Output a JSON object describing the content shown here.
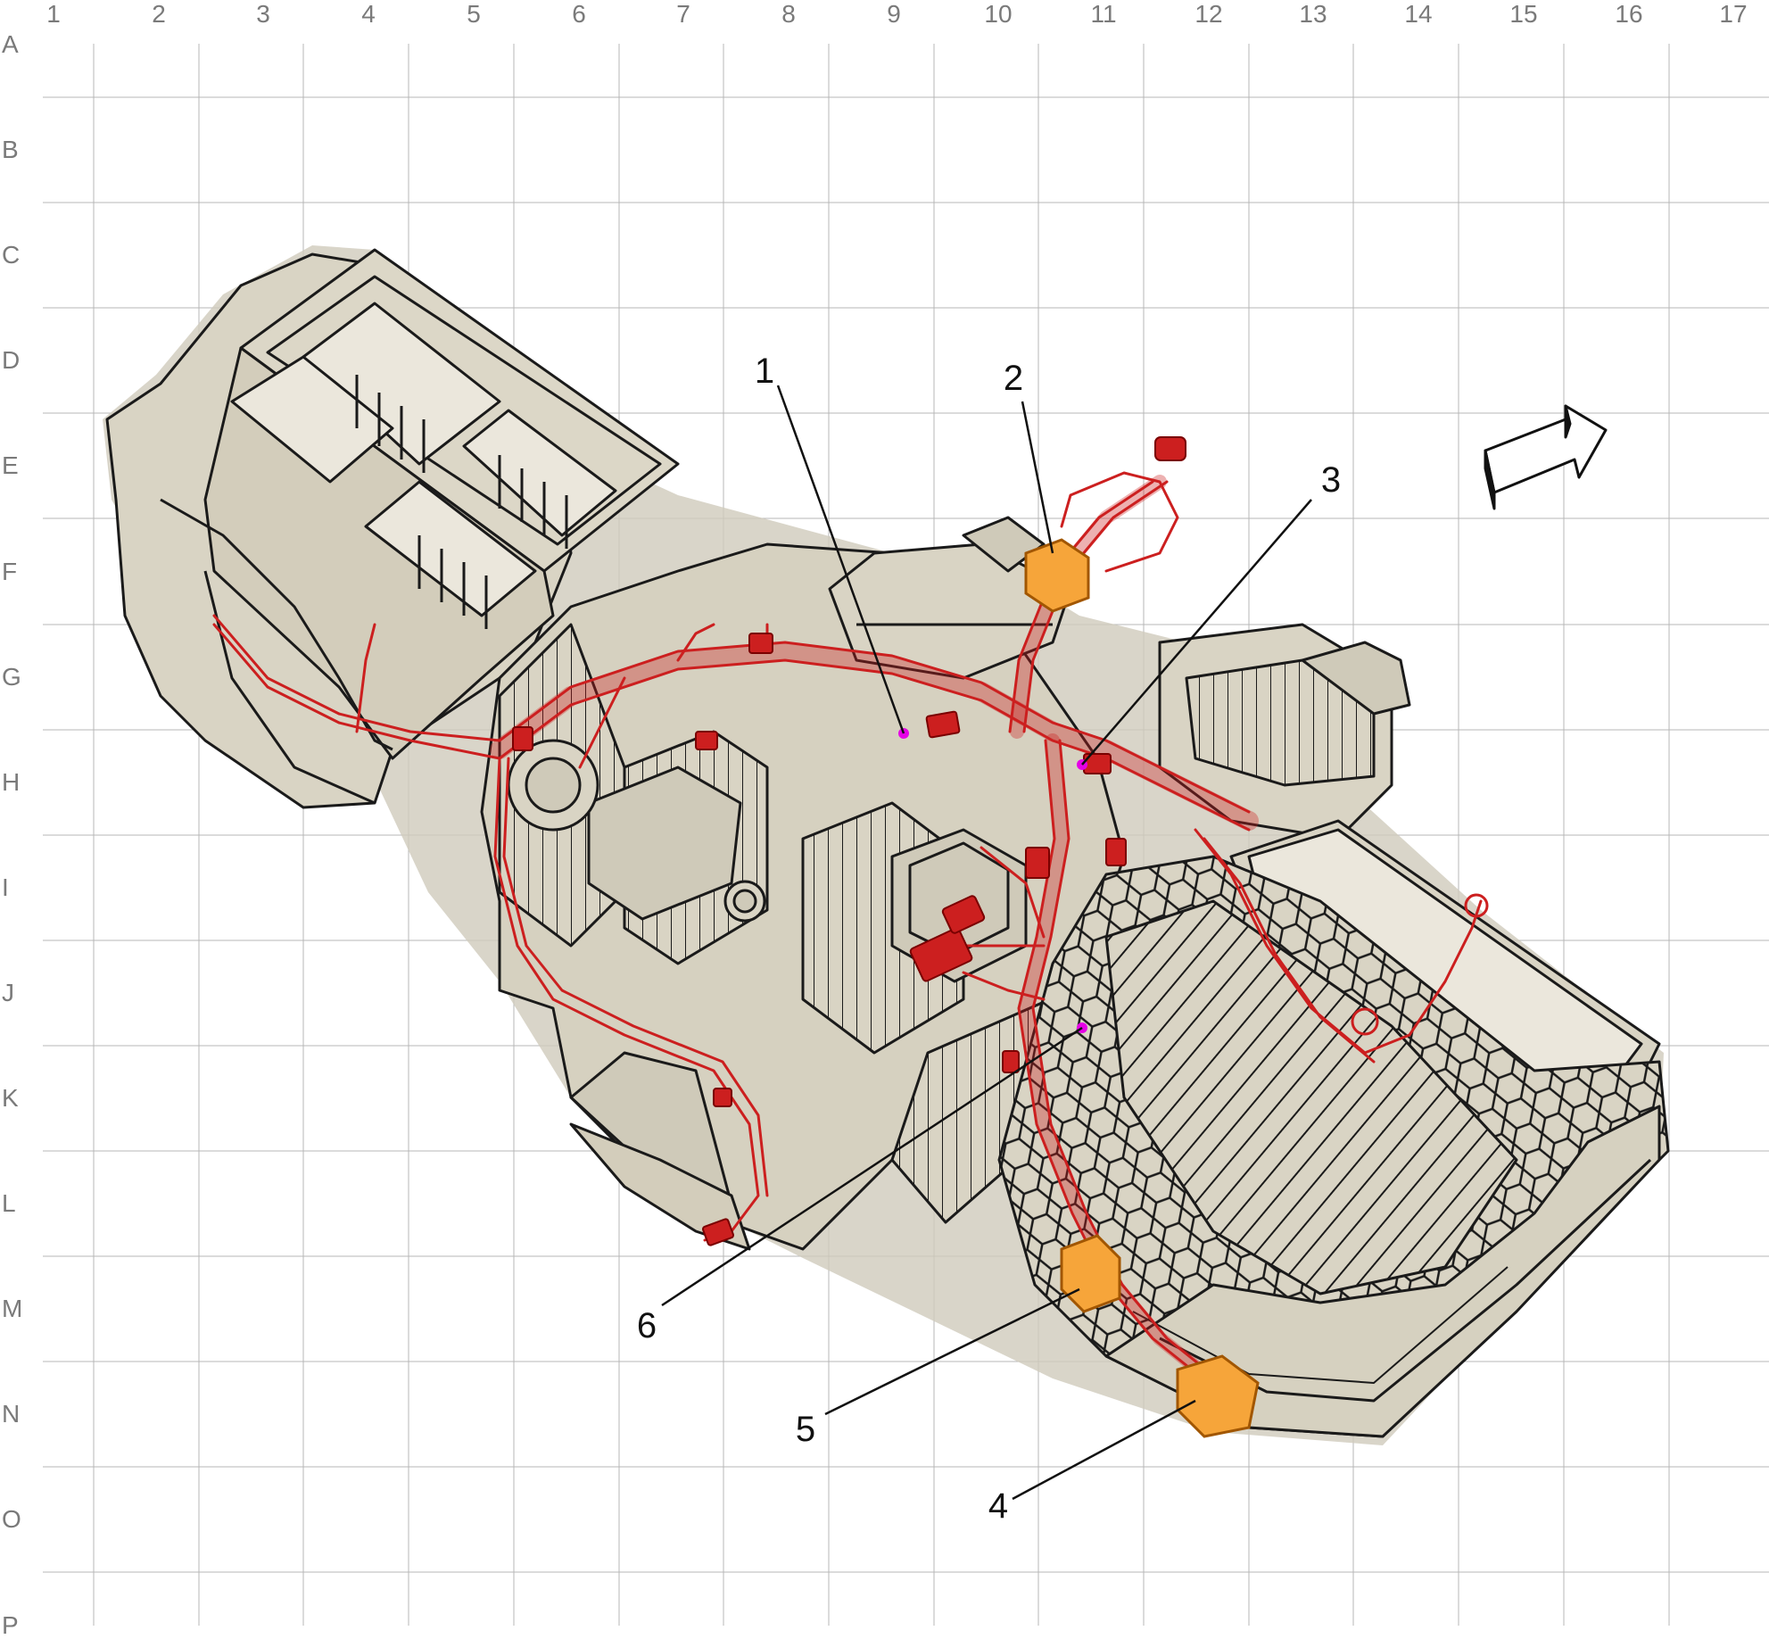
{
  "grid": {
    "columns": [
      "1",
      "2",
      "3",
      "4",
      "5",
      "6",
      "7",
      "8",
      "9",
      "10",
      "11",
      "12",
      "13",
      "14",
      "15",
      "16",
      "17"
    ],
    "rows": [
      "A",
      "B",
      "C",
      "D",
      "E",
      "F",
      "G",
      "H",
      "I",
      "J",
      "K",
      "L",
      "M",
      "N",
      "O",
      "P"
    ]
  },
  "callouts": [
    {
      "id": "1",
      "label": "1"
    },
    {
      "id": "2",
      "label": "2"
    },
    {
      "id": "3",
      "label": "3"
    },
    {
      "id": "4",
      "label": "4"
    },
    {
      "id": "5",
      "label": "5"
    },
    {
      "id": "6",
      "label": "6"
    }
  ],
  "colors": {
    "grid": "#b7b7b7",
    "housing": "#d9d4c4",
    "housing_stroke": "#1a1a1a",
    "harness": "#cc1f1f",
    "connector_highlight": "#f59a1f",
    "splice": "#e600e6",
    "leader": "#111111"
  },
  "icons": [
    "front-direction-arrow-icon"
  ]
}
